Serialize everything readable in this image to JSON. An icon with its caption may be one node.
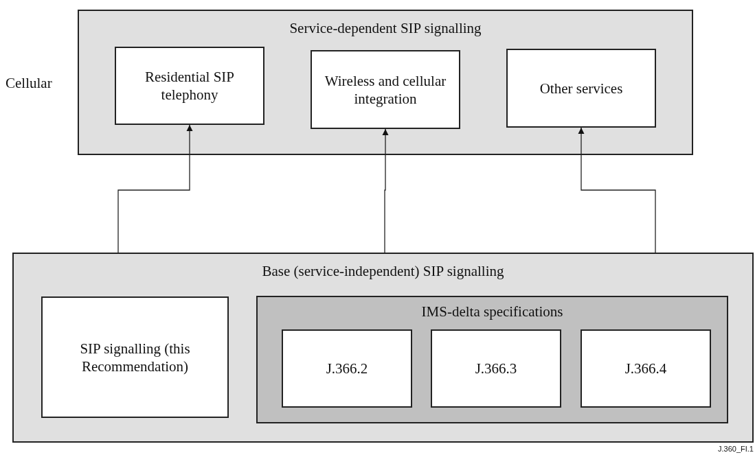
{
  "diagram": {
    "nodes": [
      {
        "text": [
          "Service-dependent SIP signalling"
        ]
      },
      {
        "text": [
          "Residential SIP telephony"
        ],
        "in": 0
      },
      {
        "text": [
          "Wireless and cellular integration"
        ],
        "in": 0
      },
      {
        "text": [
          "Other services"
        ],
        "in": 0
      },
      {
        "text": [
          "Base (service-independent) SIP signalling"
        ]
      },
      {
        "text": [
          "SIP signalling (this Recommendation)"
        ],
        "in": 4
      },
      {
        "text": [
          "IMS-delta specifications"
        ],
        "in": 4
      },
      {
        "text": [
          "J.366.2"
        ],
        "in": 6
      },
      {
        "text": [
          "J.366.3"
        ],
        "in": 6
      },
      {
        "text": [
          "J.366.4"
        ],
        "in": 6
      }
    ],
    "edges": [
      {
        "from": 4,
        "to": 1,
        "arrow": "to"
      },
      {
        "from": 4,
        "to": 2,
        "arrow": "to"
      },
      {
        "from": 4,
        "to": 3,
        "arrow": "to"
      }
    ],
    "labels": [
      "Cellular",
      "J.360_FI.1"
    ]
  }
}
